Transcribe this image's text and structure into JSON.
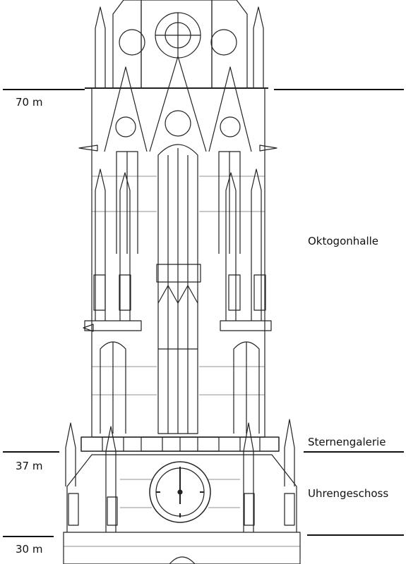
{
  "levels": [
    {
      "meter": "70 m"
    },
    {
      "meter": "37 m"
    },
    {
      "meter": "30 m"
    }
  ],
  "sections": [
    {
      "label": "Oktogonhalle"
    },
    {
      "label": "Sternengalerie"
    },
    {
      "label": "Uhrengeschoss"
    }
  ],
  "colors": {
    "ink": "#111111",
    "paper": "#ffffff"
  }
}
